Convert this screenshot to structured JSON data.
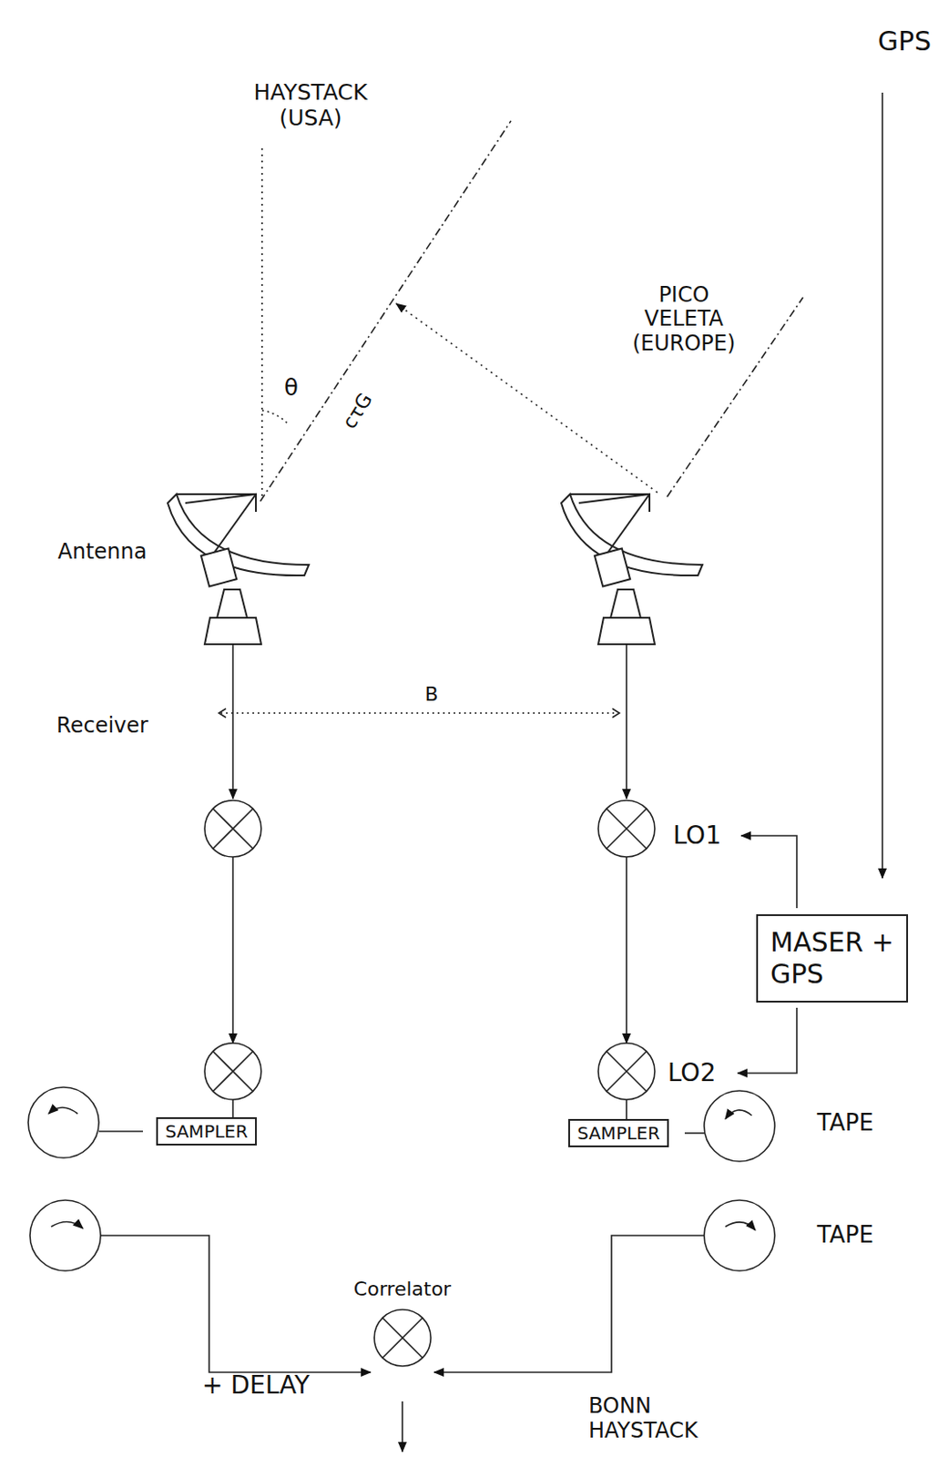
{
  "diagram": {
    "nodes": [
      {
        "text": [
          "SAMPLER"
        ]
      },
      {
        "text": [
          "SAMPLER"
        ]
      },
      {
        "text": [
          "MASER + GPS"
        ]
      },
      {
        "text": [
          "Correlator"
        ]
      }
    ],
    "labels": [
      "GPS",
      "HAYSTACK (USA)",
      "θ",
      "cτG",
      "PICO VELETA (EUROPE)",
      "Antenna",
      "Receiver",
      "B",
      "LO1",
      "LO2",
      "TAPE",
      "TAPE",
      "+ DELAY",
      "BONN HAYSTACK"
    ]
  }
}
